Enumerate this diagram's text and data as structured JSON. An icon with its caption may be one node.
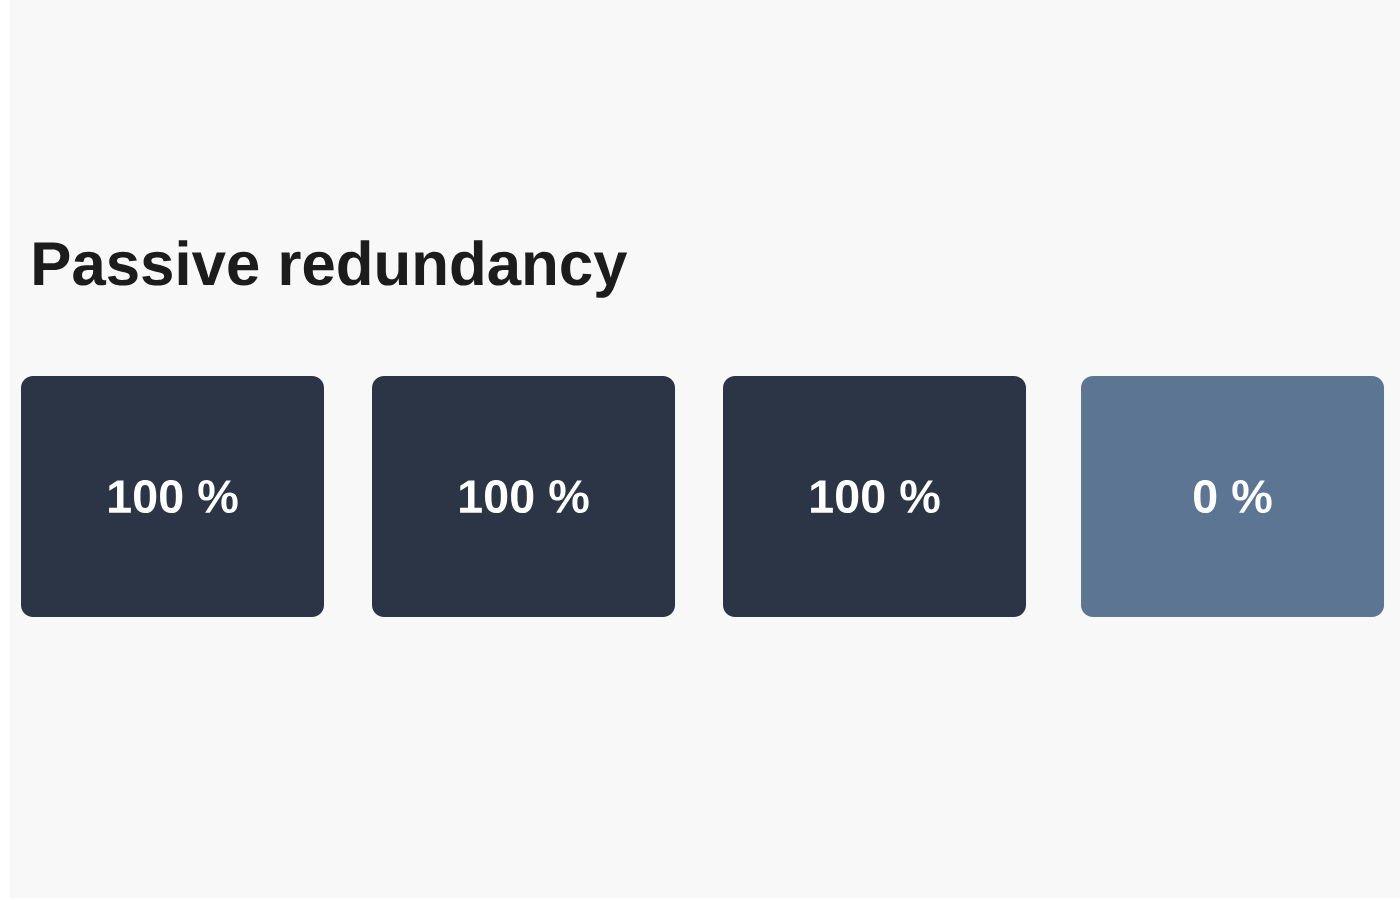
{
  "diagram": {
    "title": "Passive redundancy",
    "nodes": [
      {
        "text": [
          "100 %"
        ]
      },
      {
        "text": [
          "100 %"
        ]
      },
      {
        "text": [
          "100 %"
        ]
      },
      {
        "text": [
          "0 %"
        ]
      }
    ]
  }
}
